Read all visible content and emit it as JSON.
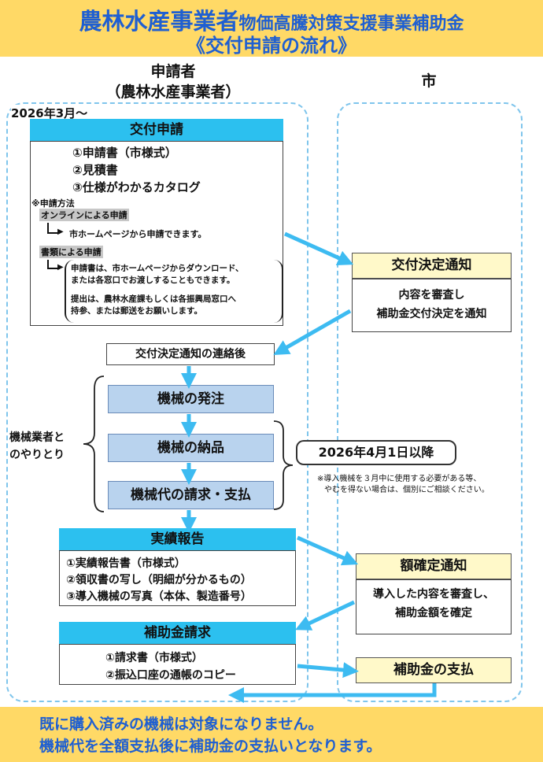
{
  "header": {
    "title_big": "農林水産事業者",
    "title_small": "物価高騰対策支援事業補助金",
    "subtitle": "《交付申請の流れ》"
  },
  "columns": {
    "applicant_line1": "申請者",
    "applicant_line2": "（農林水産事業者）",
    "city": "市"
  },
  "start_date": "2026年3月～",
  "application": {
    "title": "交付申請",
    "items": [
      "①申請書（市様式）",
      "②見積書",
      "③仕様がわかるカタログ"
    ],
    "method_label": "※申請方法",
    "online_tag": "オンラインによる申請",
    "online_text": "市ホームページから申請できます。",
    "paper_tag": "書類による申請",
    "paper_text_1a": "申請書は、市ホームページからダウンロード、",
    "paper_text_1b": "または各窓口でお渡しすることもできます。",
    "paper_text_2a": "提出は、農林水産課もしくは各振興局窓口へ",
    "paper_text_2b": "持参、または郵送をお願いします。"
  },
  "decision": {
    "title": "交付決定通知",
    "line1": "内容を審査し",
    "line2": "補助金交付決定を通知"
  },
  "after_notice": "交付決定通知の連絡後",
  "machine": {
    "side_label_1": "機械業者と",
    "side_label_2": "のやりとり",
    "order": "機械の発注",
    "delivery": "機械の納品",
    "payment": "機械代の請求・支払",
    "date_label": "2026年4月1日以降",
    "note_1": "※導入機械を３月中に使用する必要がある等、",
    "note_2": "やむを得ない場合は、個別にご相談ください。"
  },
  "report": {
    "title": "実績報告",
    "items": [
      "①実績報告書（市様式）",
      "②領収書の写し（明細が分かるもの）",
      "③導入機械の写真（本体、製造番号）"
    ]
  },
  "amount": {
    "title": "額確定通知",
    "line1": "導入した内容を審査し、",
    "line2": "補助金額を確定"
  },
  "claim": {
    "title": "補助金請求",
    "items": [
      "①請求書（市様式）",
      "②振込口座の通帳のコピー"
    ]
  },
  "payment_box": "補助金の支払",
  "footer": {
    "line1": "既に購入済みの機械は対象になりません。",
    "line2": "機械代を全額支払後に補助金の支払いとなります。"
  },
  "colors": {
    "header_bg": "#ffd966",
    "title_blue": "#1f5fd1",
    "cyan": "#2cc0ef",
    "arrow": "#3dbbf1",
    "machine_blue": "#b9d3ee",
    "yellow_box": "#fff9c9",
    "dashed_border": "#7fc5ec"
  }
}
